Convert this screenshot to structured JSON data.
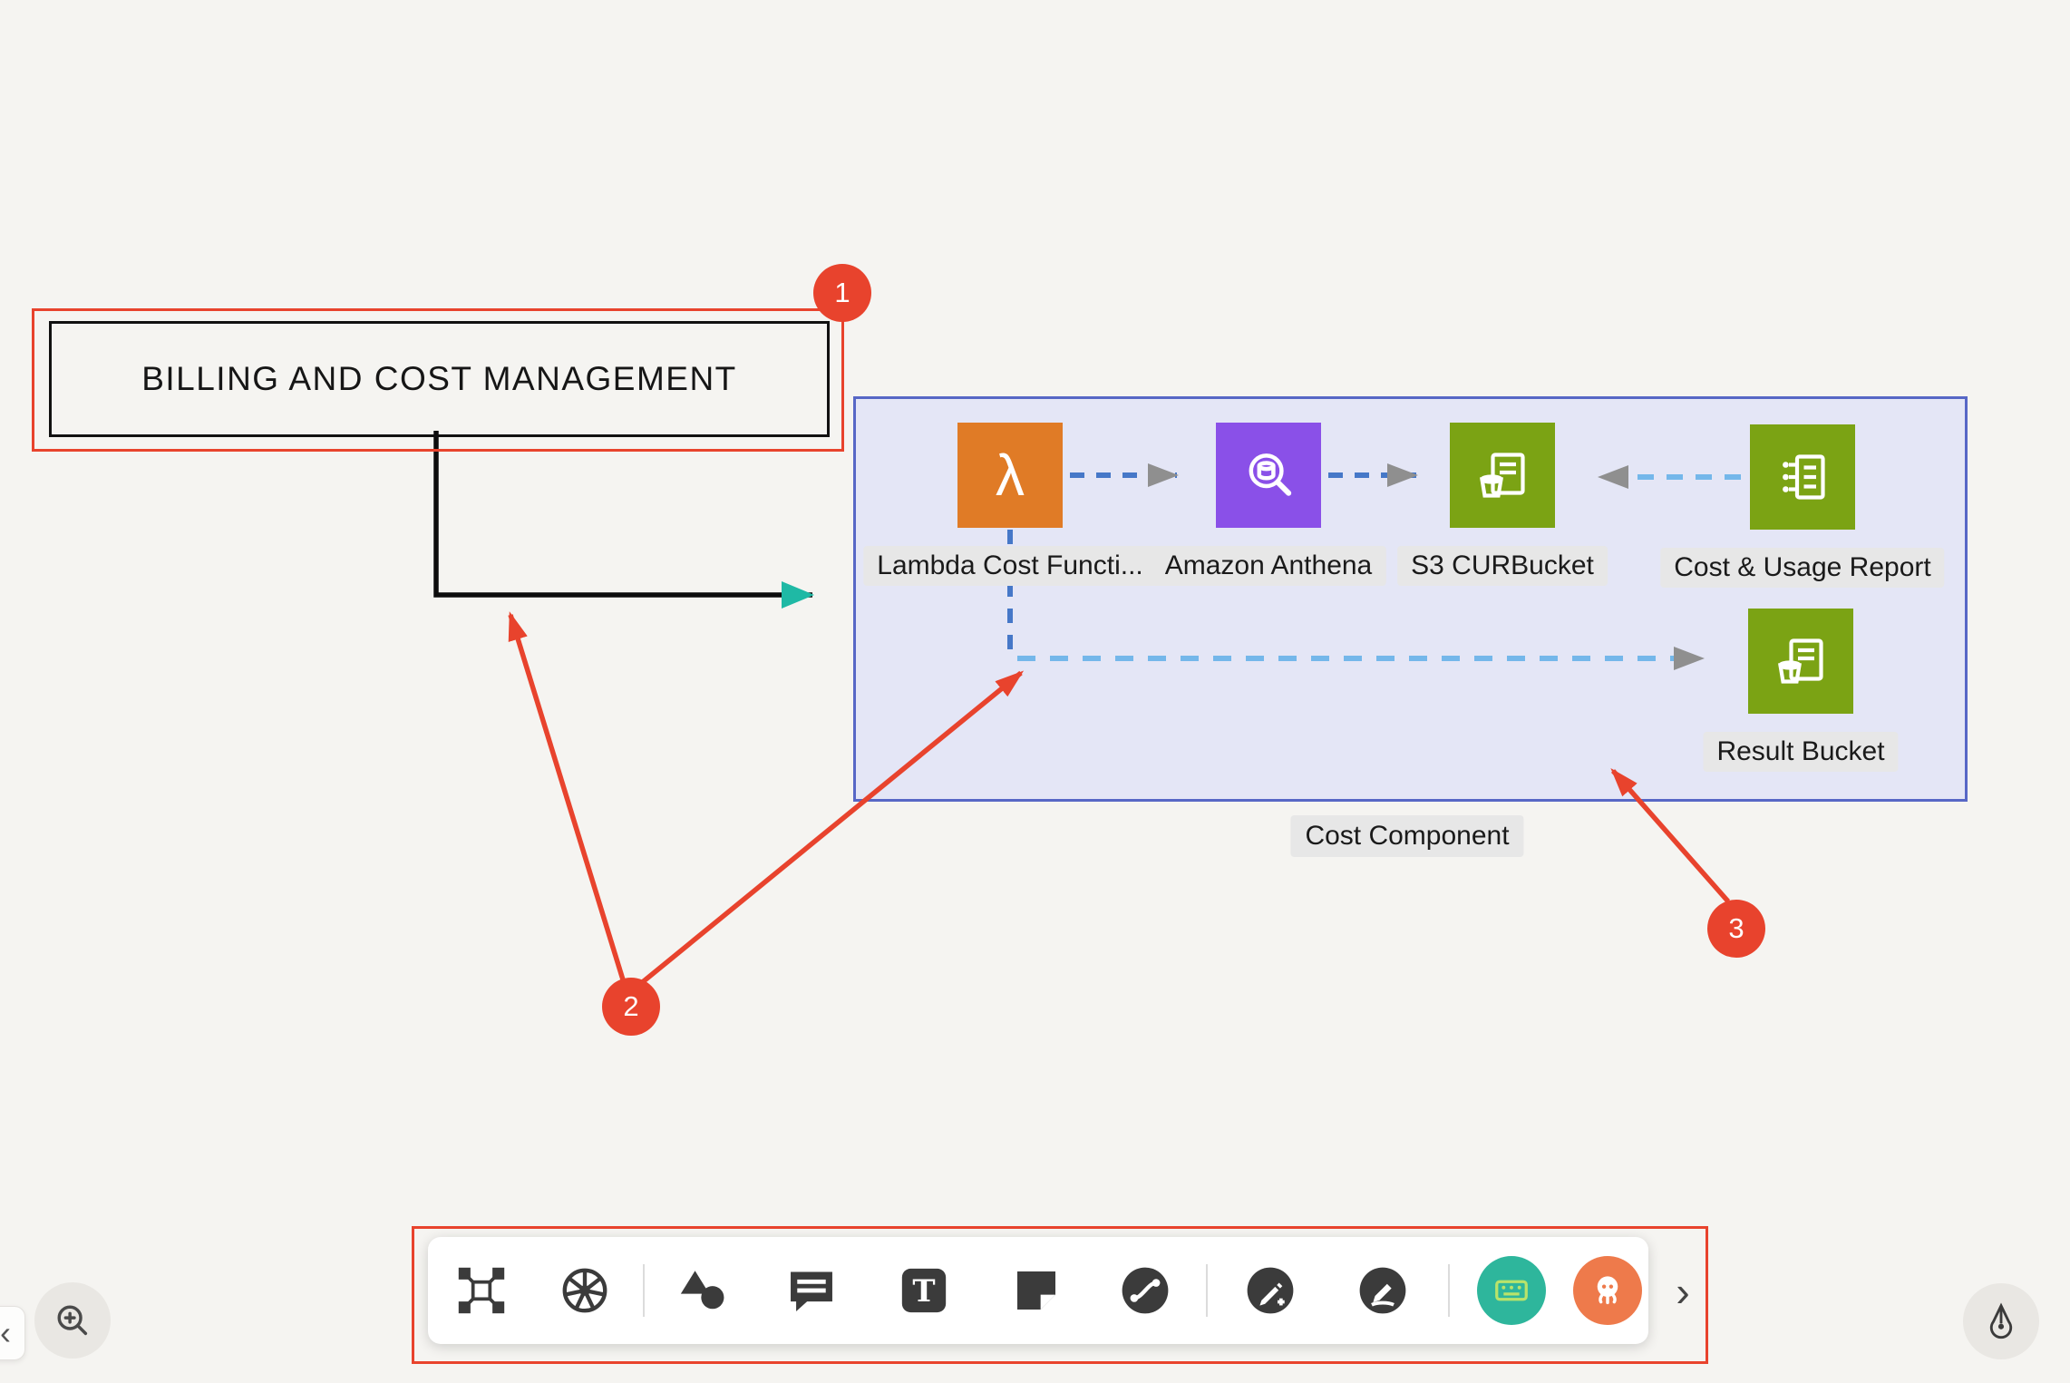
{
  "colors": {
    "annotation_red": "#e8432d",
    "container_fill": "#e4e6f6",
    "container_border": "#5767c6",
    "lambda_orange": "#e07b26",
    "athena_purple": "#8a50e8",
    "bucket_green": "#7ba314",
    "arrow_teal": "#1fb9a5",
    "dash_blue": "#4678c8",
    "dash_light_blue": "#74b7ea",
    "arrowhead_gray": "#8f8f8f"
  },
  "diagram": {
    "billing_box": {
      "label": "BILLING AND COST MANAGEMENT"
    },
    "group": {
      "label": "Cost Component"
    },
    "lambda_glyph": "λ",
    "nodes": [
      {
        "label": "Lambda Cost Functi...",
        "icon": "aws-lambda-icon"
      },
      {
        "label": "Amazon Anthena",
        "icon": "amazon-athena-icon"
      },
      {
        "label": "S3 CURBucket",
        "icon": "s3-bucket-icon"
      },
      {
        "label": "Cost & Usage Report",
        "icon": "cost-usage-report-icon"
      },
      {
        "label": "Result Bucket",
        "icon": "s3-bucket-icon"
      }
    ]
  },
  "annotations": {
    "badges": {
      "one": "1",
      "two": "2",
      "three": "3"
    }
  },
  "toolbar": {
    "tools": [
      {
        "name": "diagram-tool",
        "icon": "architecture-icon"
      },
      {
        "name": "kubernetes-tool",
        "icon": "kubernetes-helm-icon"
      },
      {
        "name": "shapes-tool",
        "icon": "shapes-icon"
      },
      {
        "name": "comment-tool",
        "icon": "comment-icon"
      },
      {
        "name": "text-tool",
        "icon": "text-icon"
      },
      {
        "name": "note-tool",
        "icon": "sticky-note-icon"
      },
      {
        "name": "connector-tool",
        "icon": "connector-icon"
      },
      {
        "name": "pen-tool",
        "icon": "pen-icon"
      },
      {
        "name": "marker-tool",
        "icon": "marker-icon"
      }
    ],
    "avatars": [
      {
        "name": "keyboard-avatar",
        "color": "#2eb69c"
      },
      {
        "name": "octopus-avatar",
        "color": "#ee7a4b"
      }
    ],
    "expand_chevron": "›"
  },
  "controls": {
    "collapse_chevron": "‹"
  }
}
